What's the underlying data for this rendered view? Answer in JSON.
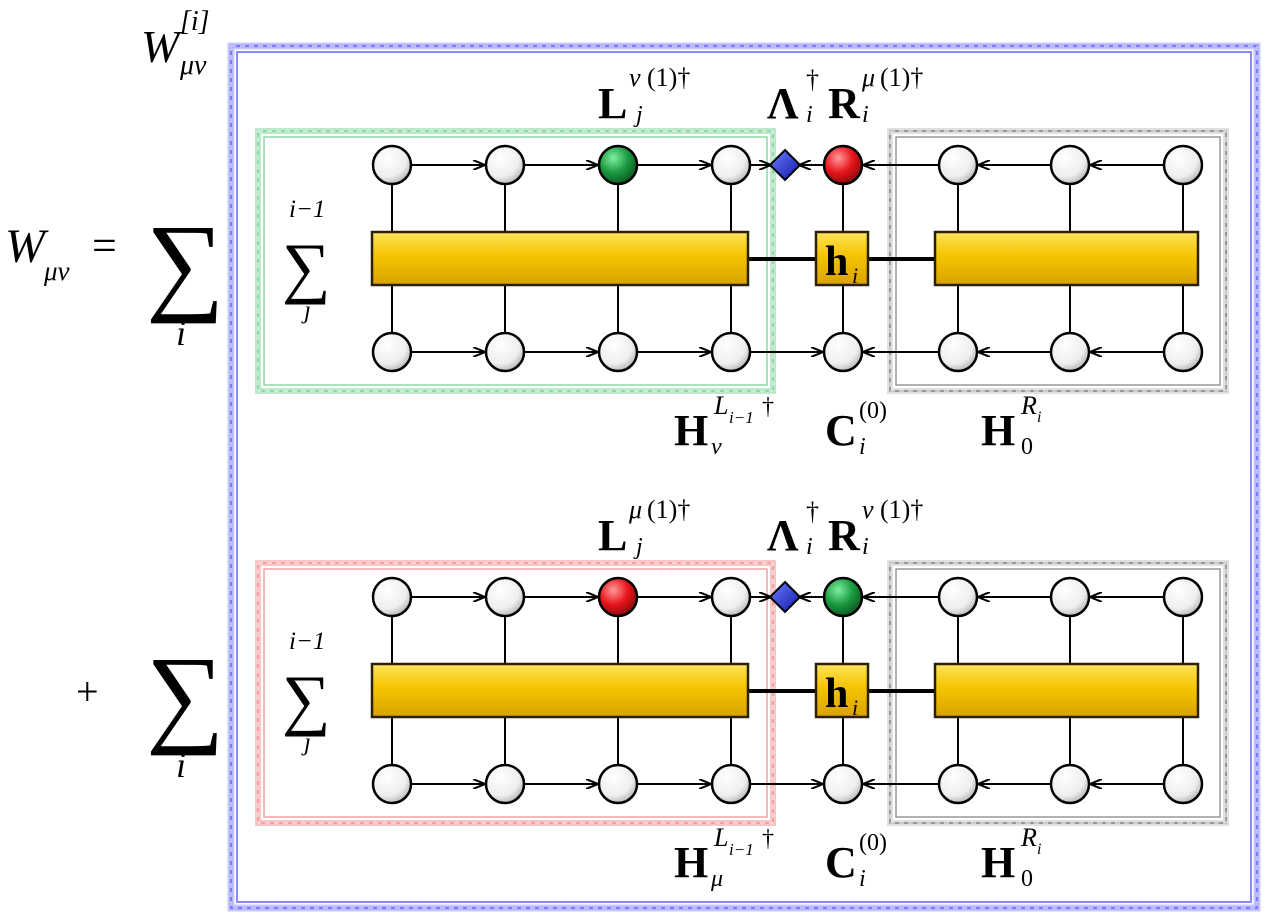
{
  "lhs": {
    "symbol": "W",
    "sub": "μν",
    "equals": "="
  },
  "group_label": {
    "symbol": "W",
    "sup": "[i]",
    "sub": "μν"
  },
  "plus": "+",
  "outer_sum": {
    "symbol": "∑",
    "index": "i"
  },
  "inner_sum": {
    "symbol": "∑",
    "upper": "i−1",
    "lower": "j"
  },
  "terms": [
    {
      "L": {
        "base": "L",
        "sup_idx": "ν",
        "sup_tail": "(1)†",
        "sub": "j"
      },
      "Lambda": {
        "base": "Λ",
        "sup": "†",
        "sub": "i"
      },
      "R": {
        "base": "R",
        "sup_idx": "μ",
        "sup_tail": "(1)†",
        "sub": "i"
      },
      "H_left": {
        "base": "H",
        "sup_main": "L",
        "sup_sub": "i−1",
        "sup_dag": "†",
        "sub": "ν"
      },
      "C": {
        "base": "C",
        "sup": "(0)",
        "sub": "i"
      },
      "H_right": {
        "base": "H",
        "sup_main": "R",
        "sup_sub": "i",
        "sub": "0"
      },
      "h": {
        "base": "h",
        "sub": "i"
      },
      "highlight": "green",
      "frame_color": "#8fd8a8"
    },
    {
      "L": {
        "base": "L",
        "sup_idx": "μ",
        "sup_tail": "(1)†",
        "sub": "j"
      },
      "Lambda": {
        "base": "Λ",
        "sup": "†",
        "sub": "i"
      },
      "R": {
        "base": "R",
        "sup_idx": "ν",
        "sup_tail": "(1)†",
        "sub": "i"
      },
      "H_left": {
        "base": "H",
        "sup_main": "L",
        "sup_sub": "i−1",
        "sup_dag": "†",
        "sub": "μ"
      },
      "C": {
        "base": "C",
        "sup": "(0)",
        "sub": "i"
      },
      "H_right": {
        "base": "H",
        "sup_main": "R",
        "sup_sub": "i",
        "sub": "0"
      },
      "h": {
        "base": "h",
        "sub": "i"
      },
      "highlight": "red",
      "frame_color": "#f4a0a0"
    }
  ],
  "colors": {
    "outer_frame": "#8888ff",
    "right_frame": "#999999",
    "bar": "#f5c400",
    "bar_edge": "#2a2200",
    "green_node": "#1a9a40",
    "red_node": "#e8141a",
    "diamond": "#1a2fd8",
    "group_label": "#1a1adc"
  }
}
